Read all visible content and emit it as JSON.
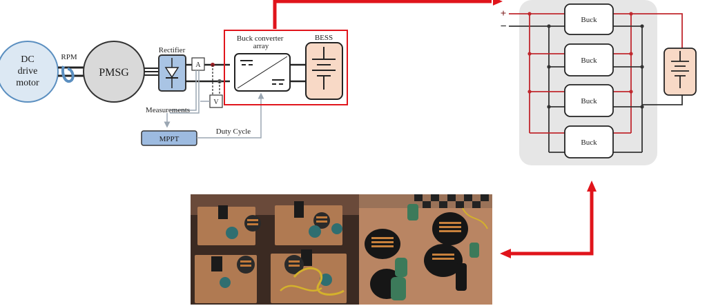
{
  "system": {
    "dc_motor": "DC drive motor",
    "rpm": "RPM",
    "pmsg": "PMSG",
    "rectifier": "Rectifier",
    "ammeter": "A",
    "voltmeter": "V",
    "measurements": "Measurements",
    "mppt": "MPPT",
    "duty_cycle": "Duty Cycle",
    "buck_array_line1": "Buck converter",
    "buck_array_line2": "array",
    "bess": "BESS"
  },
  "detail": {
    "plus": "+",
    "minus": "−",
    "buck_labels": [
      "Buck",
      "Buck",
      "Buck",
      "Buck"
    ]
  },
  "colors": {
    "accent_red": "#e0141b",
    "wire_red": "#c0272d",
    "wire_dark": "#333333",
    "panel_gray": "#e6e6e6",
    "motor_blue_fill": "#dce8f3",
    "motor_blue_stroke": "#5b8fc0",
    "bess_fill": "#f8d9c6",
    "mppt_fill": "#9dbbe0"
  },
  "photos": {
    "left": "prototype-board-top-view",
    "right": "prototype-board-angled-view"
  }
}
